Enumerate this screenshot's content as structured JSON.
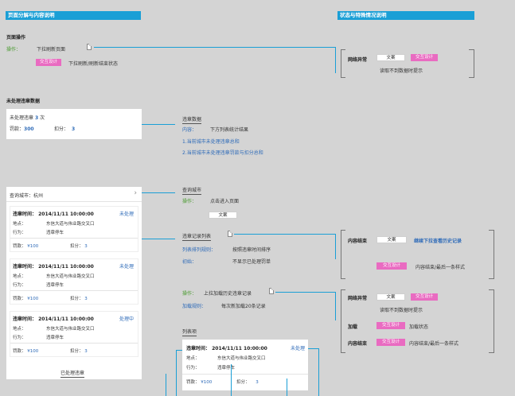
{
  "headers": {
    "left": "页面分解与内容说明",
    "right": "状态与特殊情况说明"
  },
  "page_op": {
    "title": "页面操作",
    "op_label": "操作：",
    "pull_refresh": "下拉刷新页面",
    "btn_interaction": "交互设计",
    "refresh_state": "下拉刷新/刷新结束状态"
  },
  "net_error_1": {
    "label": "网络异常",
    "btn_text": "文案",
    "btn_interaction": "交互设计",
    "desc": "读取不到数据时提示"
  },
  "unprocessed": {
    "section_title": "未处理违章数据",
    "count_label": "未处理违章",
    "count_value": "3",
    "count_unit": "次",
    "fine_label": "罚款：",
    "fine_value": "300",
    "points_label": "扣分：",
    "points_value": "3"
  },
  "stats_note": {
    "title": "违章数据",
    "content_label": "内容：",
    "content_desc": "下方列表统计结果",
    "item1": "1.当前城市未处理违章总和",
    "item2": "2.当前城市未处理违章罚款与扣分总和"
  },
  "city_card": {
    "label": "查询城市：杭州",
    "chevron": "›"
  },
  "city_note": {
    "title": "查询城市",
    "op_label": "操作：",
    "op_desc": "点击进入页面",
    "btn_text": "文案"
  },
  "records": [
    {
      "time_label": "违章时间：",
      "time": "2014/11/11  10:00:00",
      "status": "未处理",
      "addr_label": "地点：",
      "addr": "东信大道与伟业路交叉口",
      "act_label": "行为：",
      "act": "违章停车",
      "fine_label": "罚款：",
      "fine": "¥100",
      "points_label": "扣分：",
      "points": "3"
    },
    {
      "time_label": "违章时间：",
      "time": "2014/11/11  10:00:00",
      "status": "未处理",
      "addr_label": "地点：",
      "addr": "东信大道与伟业路交叉口",
      "act_label": "行为：",
      "act": "违章停车",
      "fine_label": "罚款：",
      "fine": "¥100",
      "points_label": "扣分：",
      "points": "3"
    },
    {
      "time_label": "违章时间：",
      "time": "2014/11/11  10:00:00",
      "status": "处理中",
      "addr_label": "地点：",
      "addr": "东信大道与伟业路交叉口",
      "act_label": "行为：",
      "act": "违章停车",
      "fine_label": "罚款：",
      "fine": "¥100",
      "points_label": "扣分：",
      "points": "3"
    }
  ],
  "processed_link": "已处理违章",
  "list_note": {
    "title": "违章记录列表",
    "sort_label": "列表排列规则：",
    "sort_desc": "按照违章时间排序",
    "init_label": "初始：",
    "init_desc": "不显示已处理罚单"
  },
  "content_end_1": {
    "label": "内容结束",
    "btn_text": "文案",
    "link": "继续下拉查看历史记录",
    "btn_interaction": "交互设计",
    "desc": "内容结束/最后一条样式"
  },
  "load_note": {
    "op_label": "操作：",
    "op_desc": "上拉加载历史违章记录",
    "rule_label": "加载规则：",
    "rule_desc": "每次新加载20条记录"
  },
  "states_2": {
    "net_label": "网络异常",
    "btn_text": "文案",
    "btn_interaction": "交互设计",
    "net_desc": "读取不到数据时提示",
    "load_label": "加载",
    "load_btn": "交互设计",
    "load_desc": "加载状态",
    "end_label": "内容结束",
    "end_btn": "交互设计",
    "end_desc": "内容结束/最后一条样式"
  },
  "list_item_note": {
    "title": "列表项"
  },
  "item_card": {
    "time_label": "违章时间：",
    "time": "2014/11/11  10:00:00",
    "status": "未处理",
    "addr_label": "地点：",
    "addr": "东信大道与伟业路交叉口",
    "act_label": "行为：",
    "act": "违章停车",
    "fine_label": "罚款：",
    "fine": "¥100",
    "points_label": "扣分：",
    "points": "3"
  },
  "colors": {
    "header": "#1a9fd6",
    "pink": "#e96bc1",
    "green": "#4a9b2f",
    "blue": "#2d6ab8"
  }
}
